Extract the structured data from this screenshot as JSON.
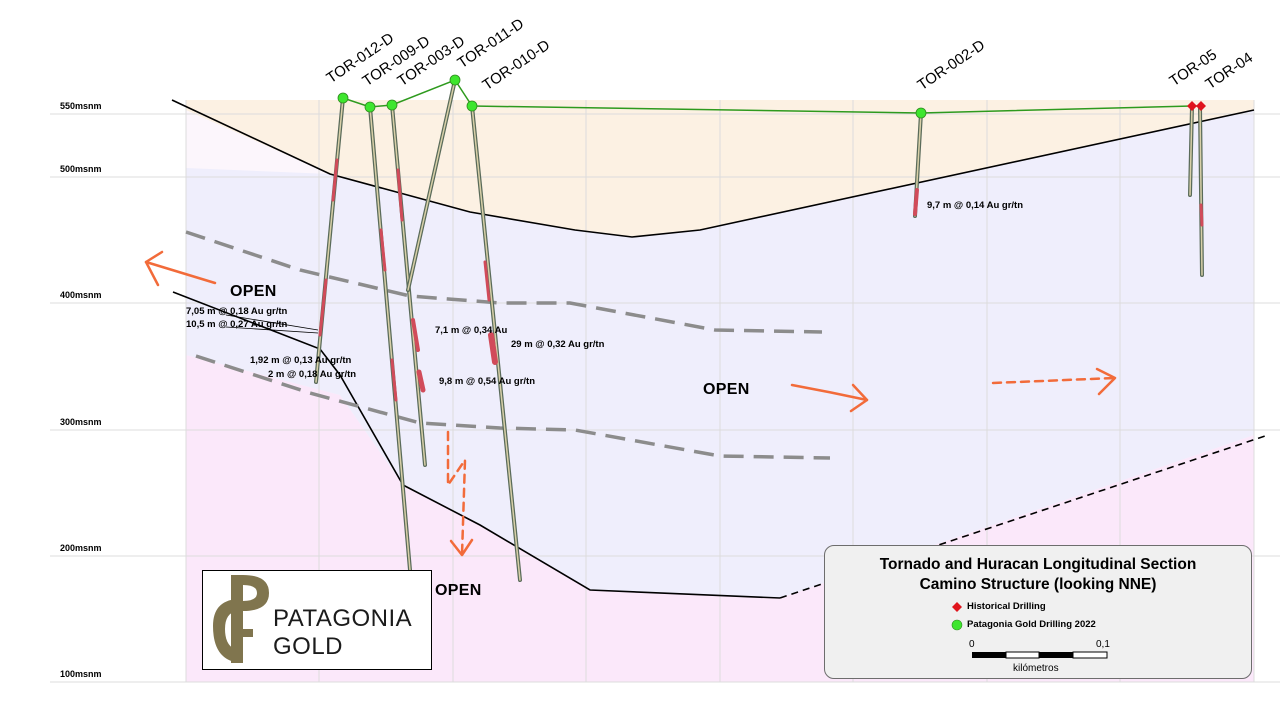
{
  "elevation_labels": [
    "550msnm",
    "500msnm",
    "400msnm",
    "300msnm",
    "200msnm",
    "100msnm"
  ],
  "drill_holes": [
    "TOR-012-D",
    "TOR-009-D",
    "TOR-003-D",
    "TOR-011-D",
    "TOR-010-D",
    "TOR-002-D",
    "TOR-05",
    "TOR-04"
  ],
  "intercepts": [
    "7,05 m @ 0,18 Au gr/tn",
    "10,5 m @ 0,27 Au gr/tn",
    "1,92 m @ 0,13 Au gr/tn",
    "2 m @ 0,18 Au gr/tn",
    "7,1 m @ 0,34 Au",
    "29 m @ 0,32 Au gr/tn",
    "9,8 m @ 0,54 Au gr/tn",
    "9,7 m @ 0,14 Au gr/tn"
  ],
  "open_label": "OPEN",
  "legend": {
    "title_line1": "Tornado and Huracan Longitudinal Section",
    "title_line2": "Camino Structure (looking NNE)",
    "historical": "Historical Drilling",
    "patagonia": "Patagonia Gold Drilling 2022",
    "scale_start": "0",
    "scale_end": "0,1",
    "scale_unit": "kilómetros"
  },
  "colors": {
    "historical": "#e0141c",
    "patagonia": "#3ee62e",
    "collar_line": "#2e9a1e",
    "arrow": "#f26b3a",
    "structure": "#8c8c8c",
    "cover": "#fcf1e3",
    "middle_zone": "#efeefc",
    "lower_zone": "#fbe8fa"
  },
  "logo": {
    "line1": "PATAGONIA",
    "line2": "GOLD"
  }
}
